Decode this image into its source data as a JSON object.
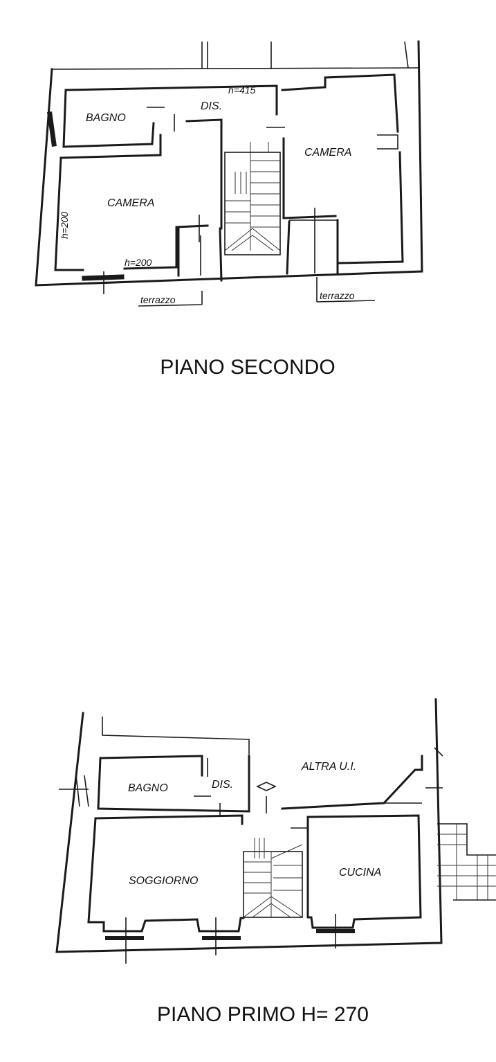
{
  "floors": {
    "second": {
      "title": "PIANO SECONDO",
      "rooms": {
        "bagno": "BAGNO",
        "dis": "DIS.",
        "camera_left": "CAMERA",
        "camera_right": "CAMERA"
      },
      "heights": {
        "top": "h=415",
        "left_vertical": "h=200",
        "bottom": "h=200"
      },
      "terraces": {
        "left": "terrazzo",
        "right": "terrazzo"
      }
    },
    "first": {
      "title": "PIANO PRIMO  H= 270",
      "rooms": {
        "bagno": "BAGNO",
        "dis": "DIS.",
        "altra": "ALTRA U.I.",
        "soggiorno": "SOGGIORNO",
        "cucina": "CUCINA"
      }
    }
  }
}
